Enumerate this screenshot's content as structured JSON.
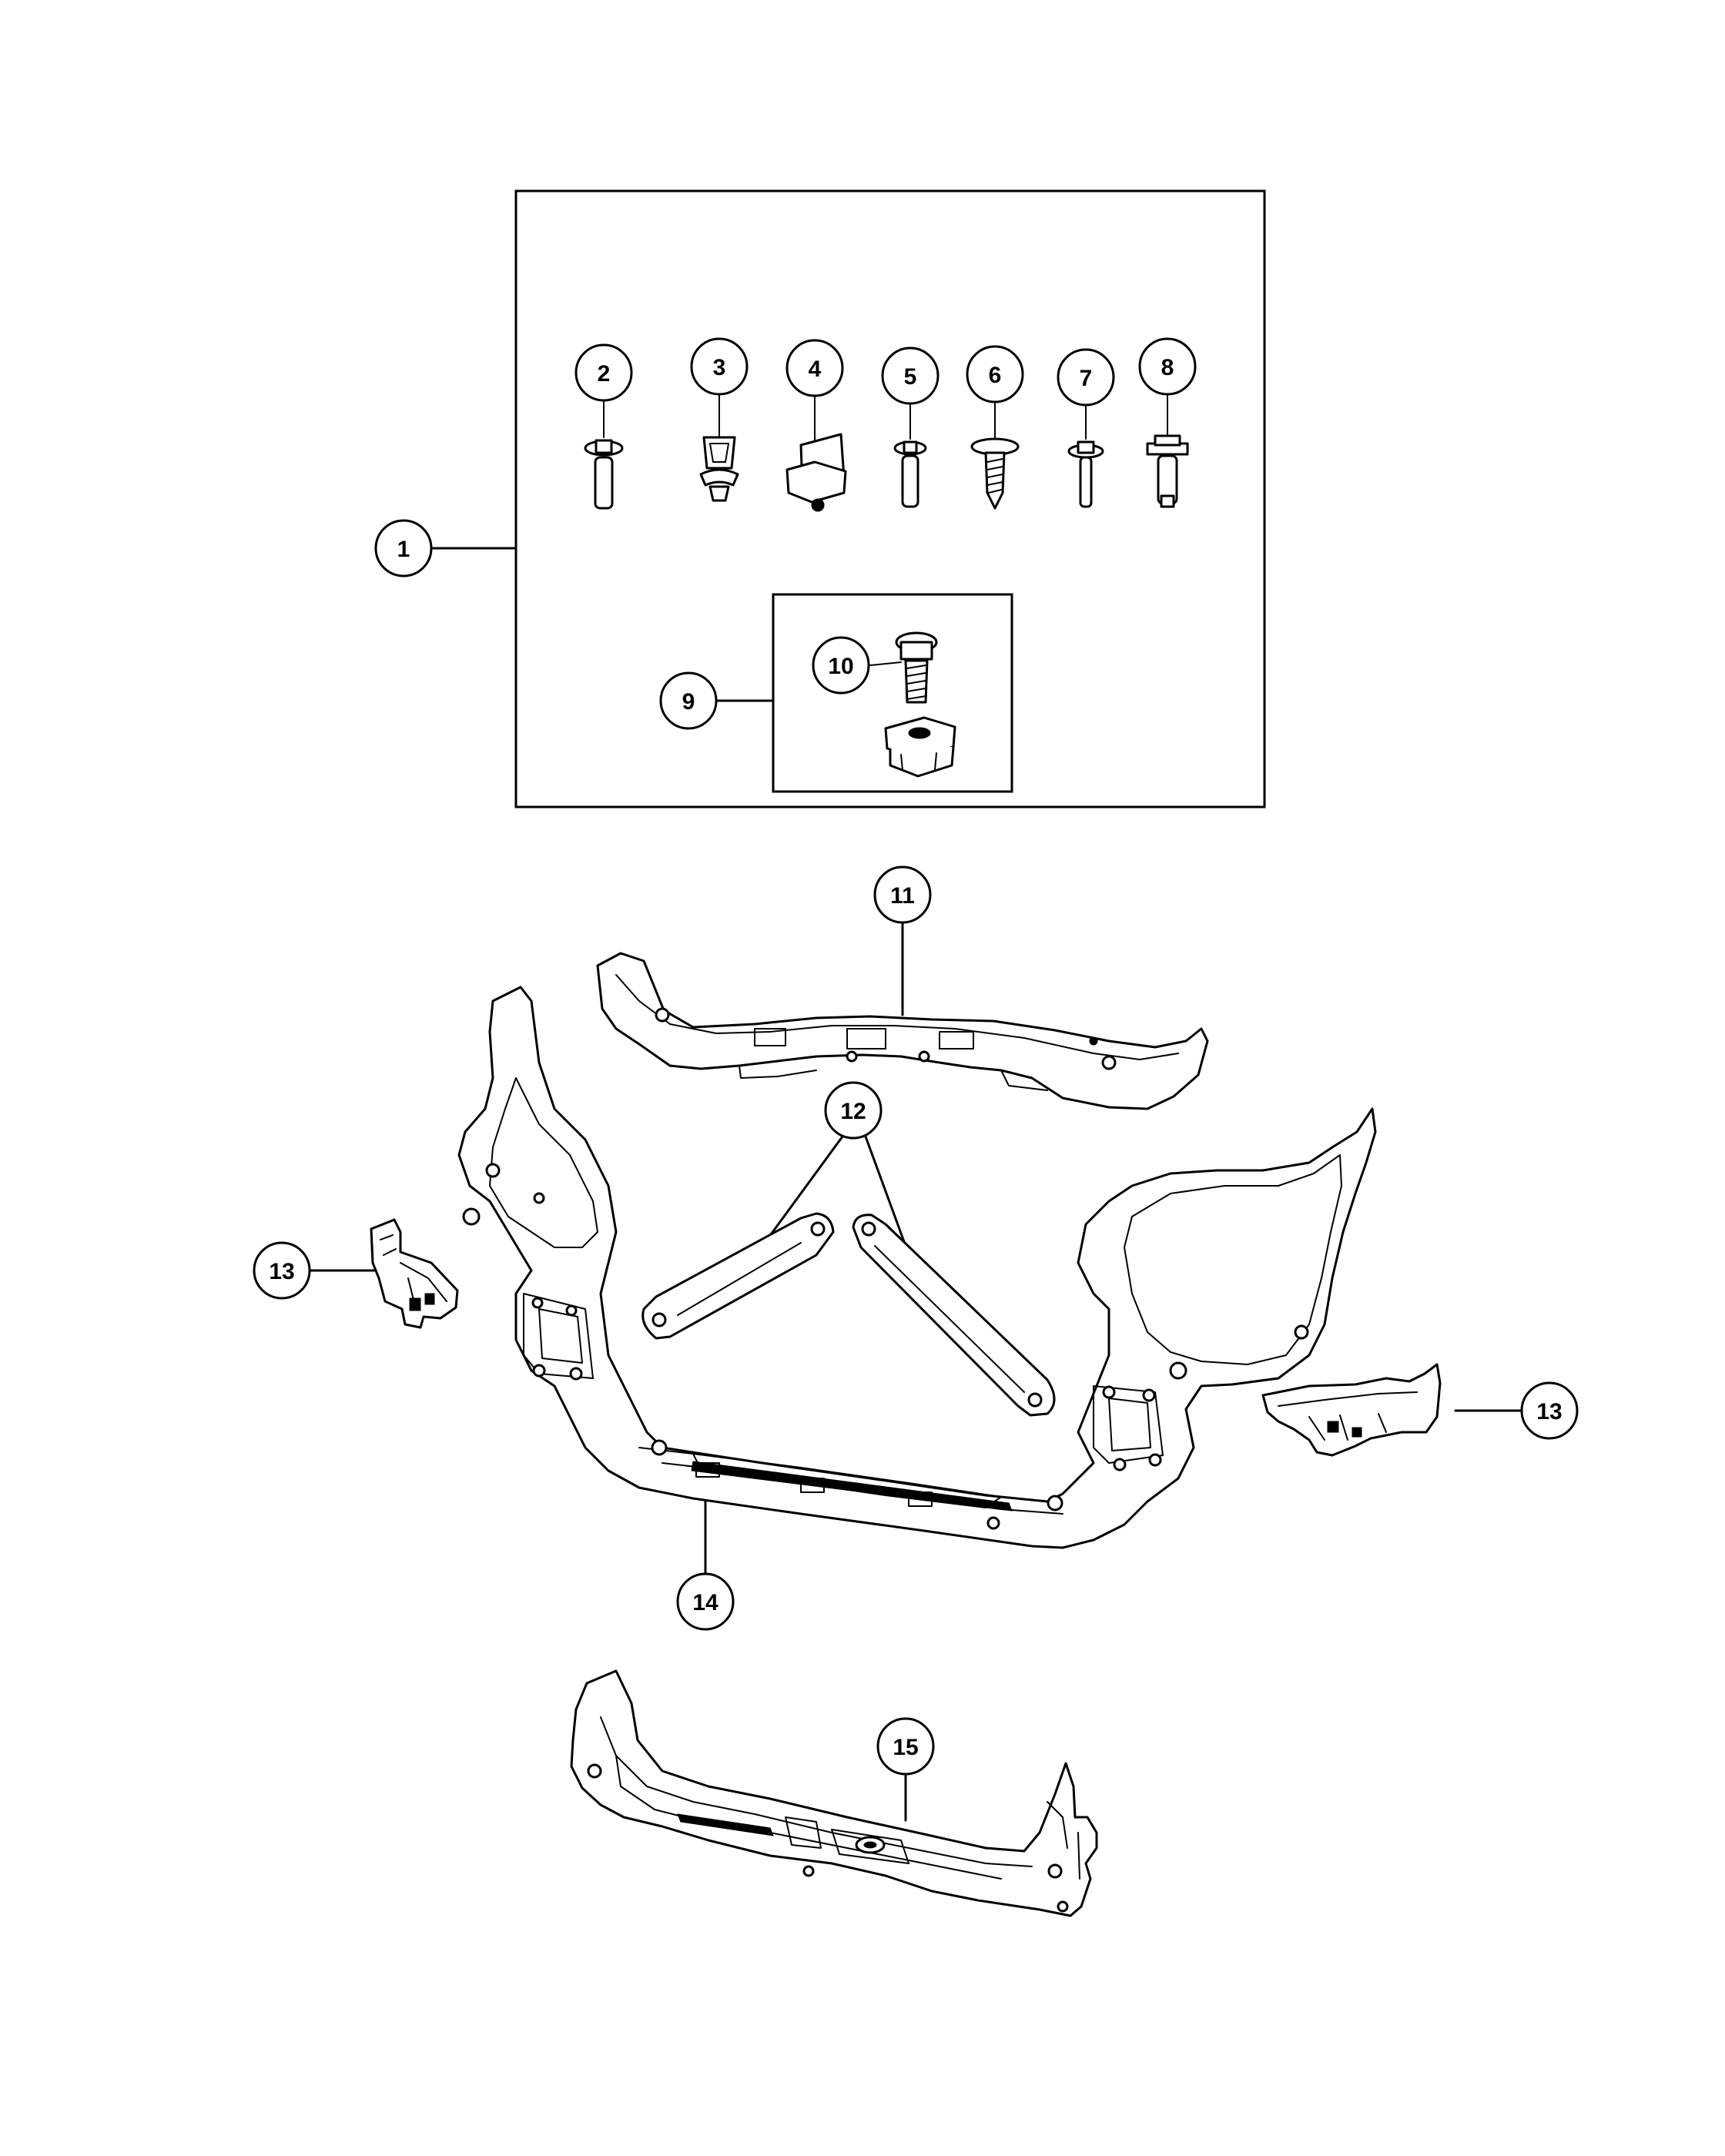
{
  "callouts": {
    "c1": "1",
    "c2": "2",
    "c3": "3",
    "c4": "4",
    "c5": "5",
    "c6": "6",
    "c7": "7",
    "c8": "8",
    "c9": "9",
    "c10": "10",
    "c11": "11",
    "c12": "12",
    "c13a": "13",
    "c13b": "13",
    "c14": "14",
    "c15": "15"
  }
}
